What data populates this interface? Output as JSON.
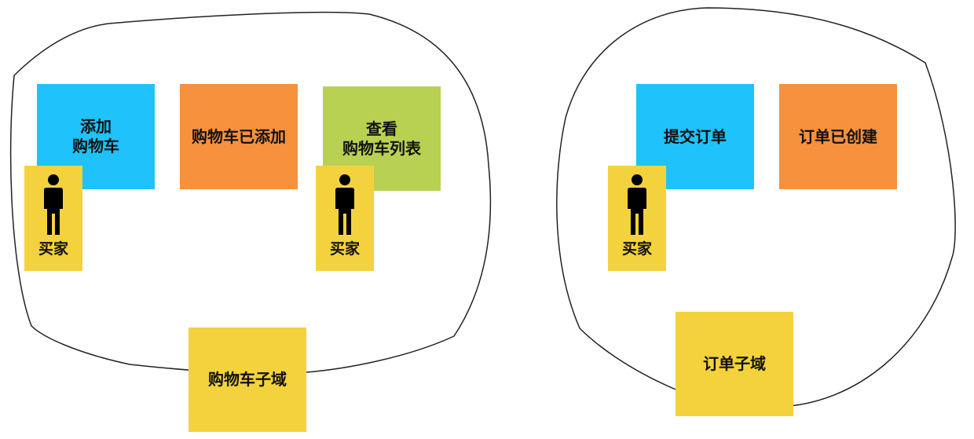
{
  "colors": {
    "command": "#1fc2fb",
    "event": "#f6913e",
    "read_model": "#b8d153",
    "actor": "#f4d23d",
    "subdomain": "#f4d23d",
    "boundary_stroke": "#222222"
  },
  "cart_context": {
    "command_add": "添加\n购物车",
    "event_added": "购物车已添加",
    "read_model": "查看\n购物车列表",
    "actor_1": {
      "icon": "person-icon",
      "label": "买家"
    },
    "actor_2": {
      "icon": "person-icon",
      "label": "买家"
    },
    "subdomain": "购物车子域"
  },
  "order_context": {
    "command_submit": "提交订单",
    "event_created": "订单已创建",
    "actor": {
      "icon": "person-icon",
      "label": "买家"
    },
    "subdomain": "订单子域"
  }
}
